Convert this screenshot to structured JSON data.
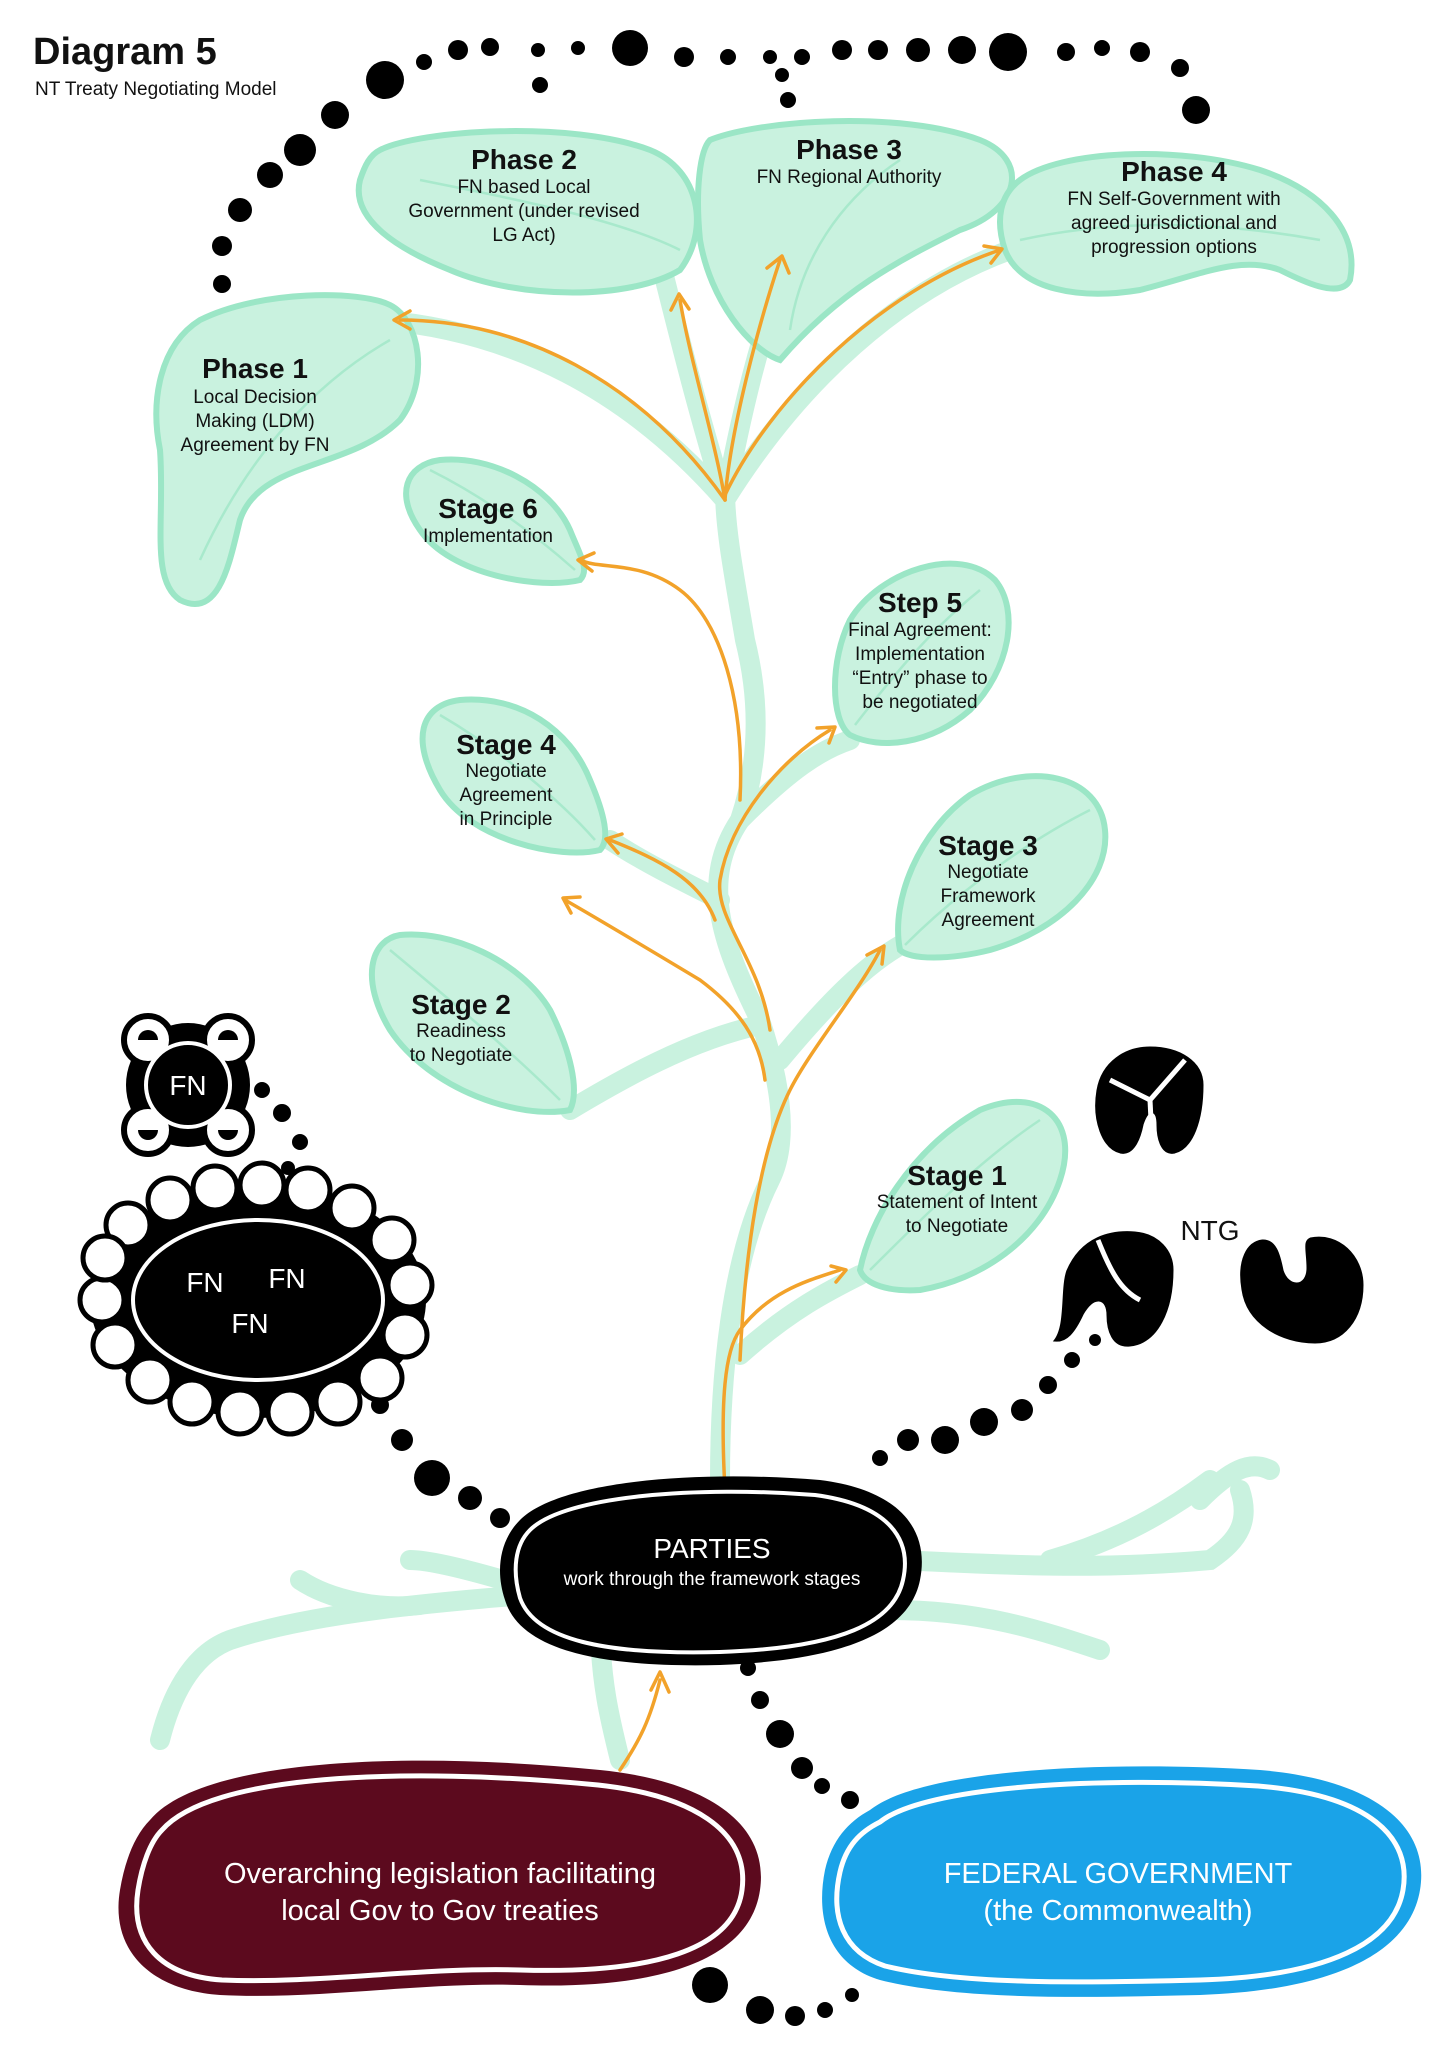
{
  "title": "Diagram 5",
  "subtitle": "NT Treaty Negotiating Model",
  "phases": [
    {
      "head": "Phase 1",
      "lines": [
        "Local Decision",
        "Making (LDM)",
        "Agreement by FN"
      ]
    },
    {
      "head": "Phase 2",
      "lines": [
        "FN based Local",
        "Government (under revised",
        "LG Act)"
      ]
    },
    {
      "head": "Phase 3",
      "lines": [
        "FN Regional  Authority"
      ]
    },
    {
      "head": "Phase 4",
      "lines": [
        "FN Self-Government with",
        "agreed jurisdictional and",
        "progression options"
      ]
    }
  ],
  "stages": [
    {
      "head": "Stage 1",
      "lines": [
        "Statement of Intent",
        "to Negotiate"
      ]
    },
    {
      "head": "Stage 2",
      "lines": [
        "Readiness",
        "to Negotiate"
      ]
    },
    {
      "head": "Stage 3",
      "lines": [
        "Negotiate",
        "Framework",
        "Agreement"
      ]
    },
    {
      "head": "Stage 4",
      "lines": [
        "Negotiate",
        "Agreement",
        "in Principle"
      ]
    },
    {
      "head": "Step 5",
      "lines": [
        "Final Agreement:",
        "Implementation",
        "“Entry” phase to",
        "be negotiated"
      ]
    },
    {
      "head": "Stage 6",
      "lines": [
        "Implementation"
      ]
    }
  ],
  "parties": {
    "head": "PARTIES",
    "sub": "work through the framework stages"
  },
  "legislation": {
    "lines": [
      "Overarching legislation facilitating",
      "local Gov to Gov treaties"
    ]
  },
  "federal": {
    "lines": [
      "FEDERAL GOVERNMENT",
      "(the Commonwealth)"
    ]
  },
  "fn_labels": [
    "FN",
    "FN",
    "FN",
    "FN"
  ],
  "ntg_label": "NTG",
  "colors": {
    "leaf": "#c9f2df",
    "arrow": "#f2a22a",
    "legislation": "#5c0a1e",
    "federal": "#1aa3e8"
  }
}
